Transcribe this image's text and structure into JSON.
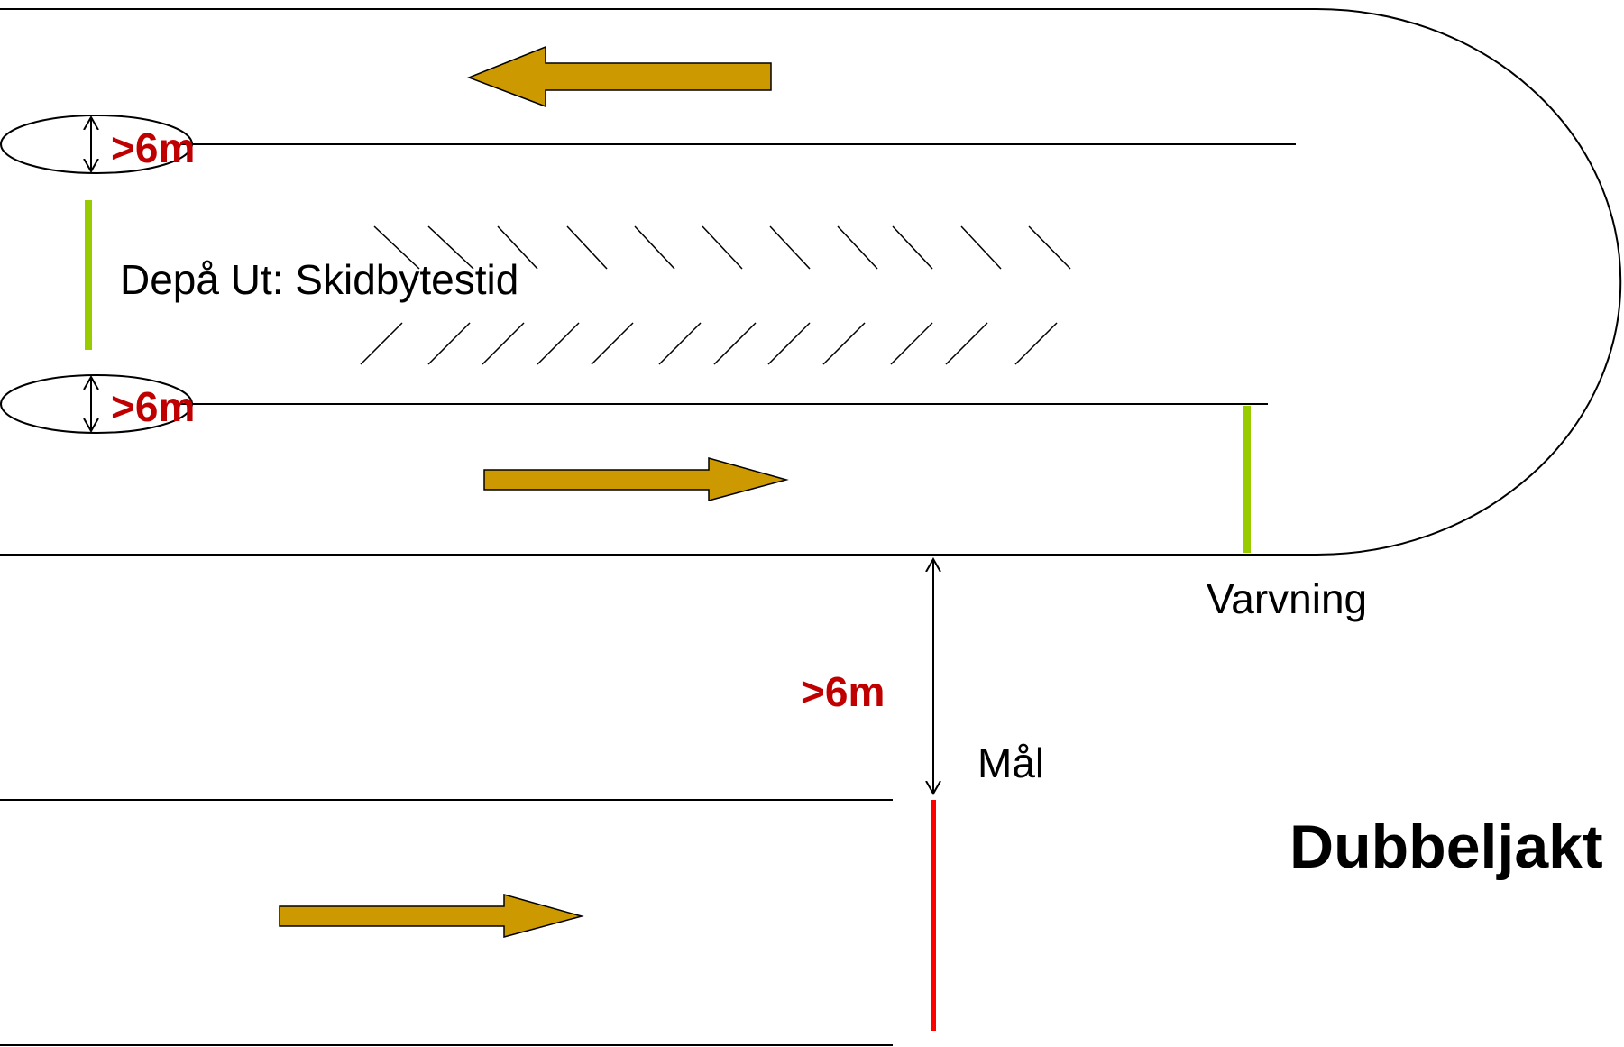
{
  "labels": {
    "depot_out": "Depå Ut: Skidbytestid",
    "warning": "Varvning",
    "finish": "Mål",
    "title": "Dubbeljakt"
  },
  "distances": {
    "top_gap": ">6m",
    "mid_gap": ">6m",
    "finish_gap": ">6m"
  },
  "colors": {
    "arrow_fill": "#CC9900",
    "green_marker": "#99CC00",
    "finish_line": "#FF0000",
    "distance_text": "#C00000",
    "line": "#000000"
  },
  "icons": {
    "direction_arrow": "block-arrow",
    "measure_arrow": "double-headed-arrow"
  }
}
